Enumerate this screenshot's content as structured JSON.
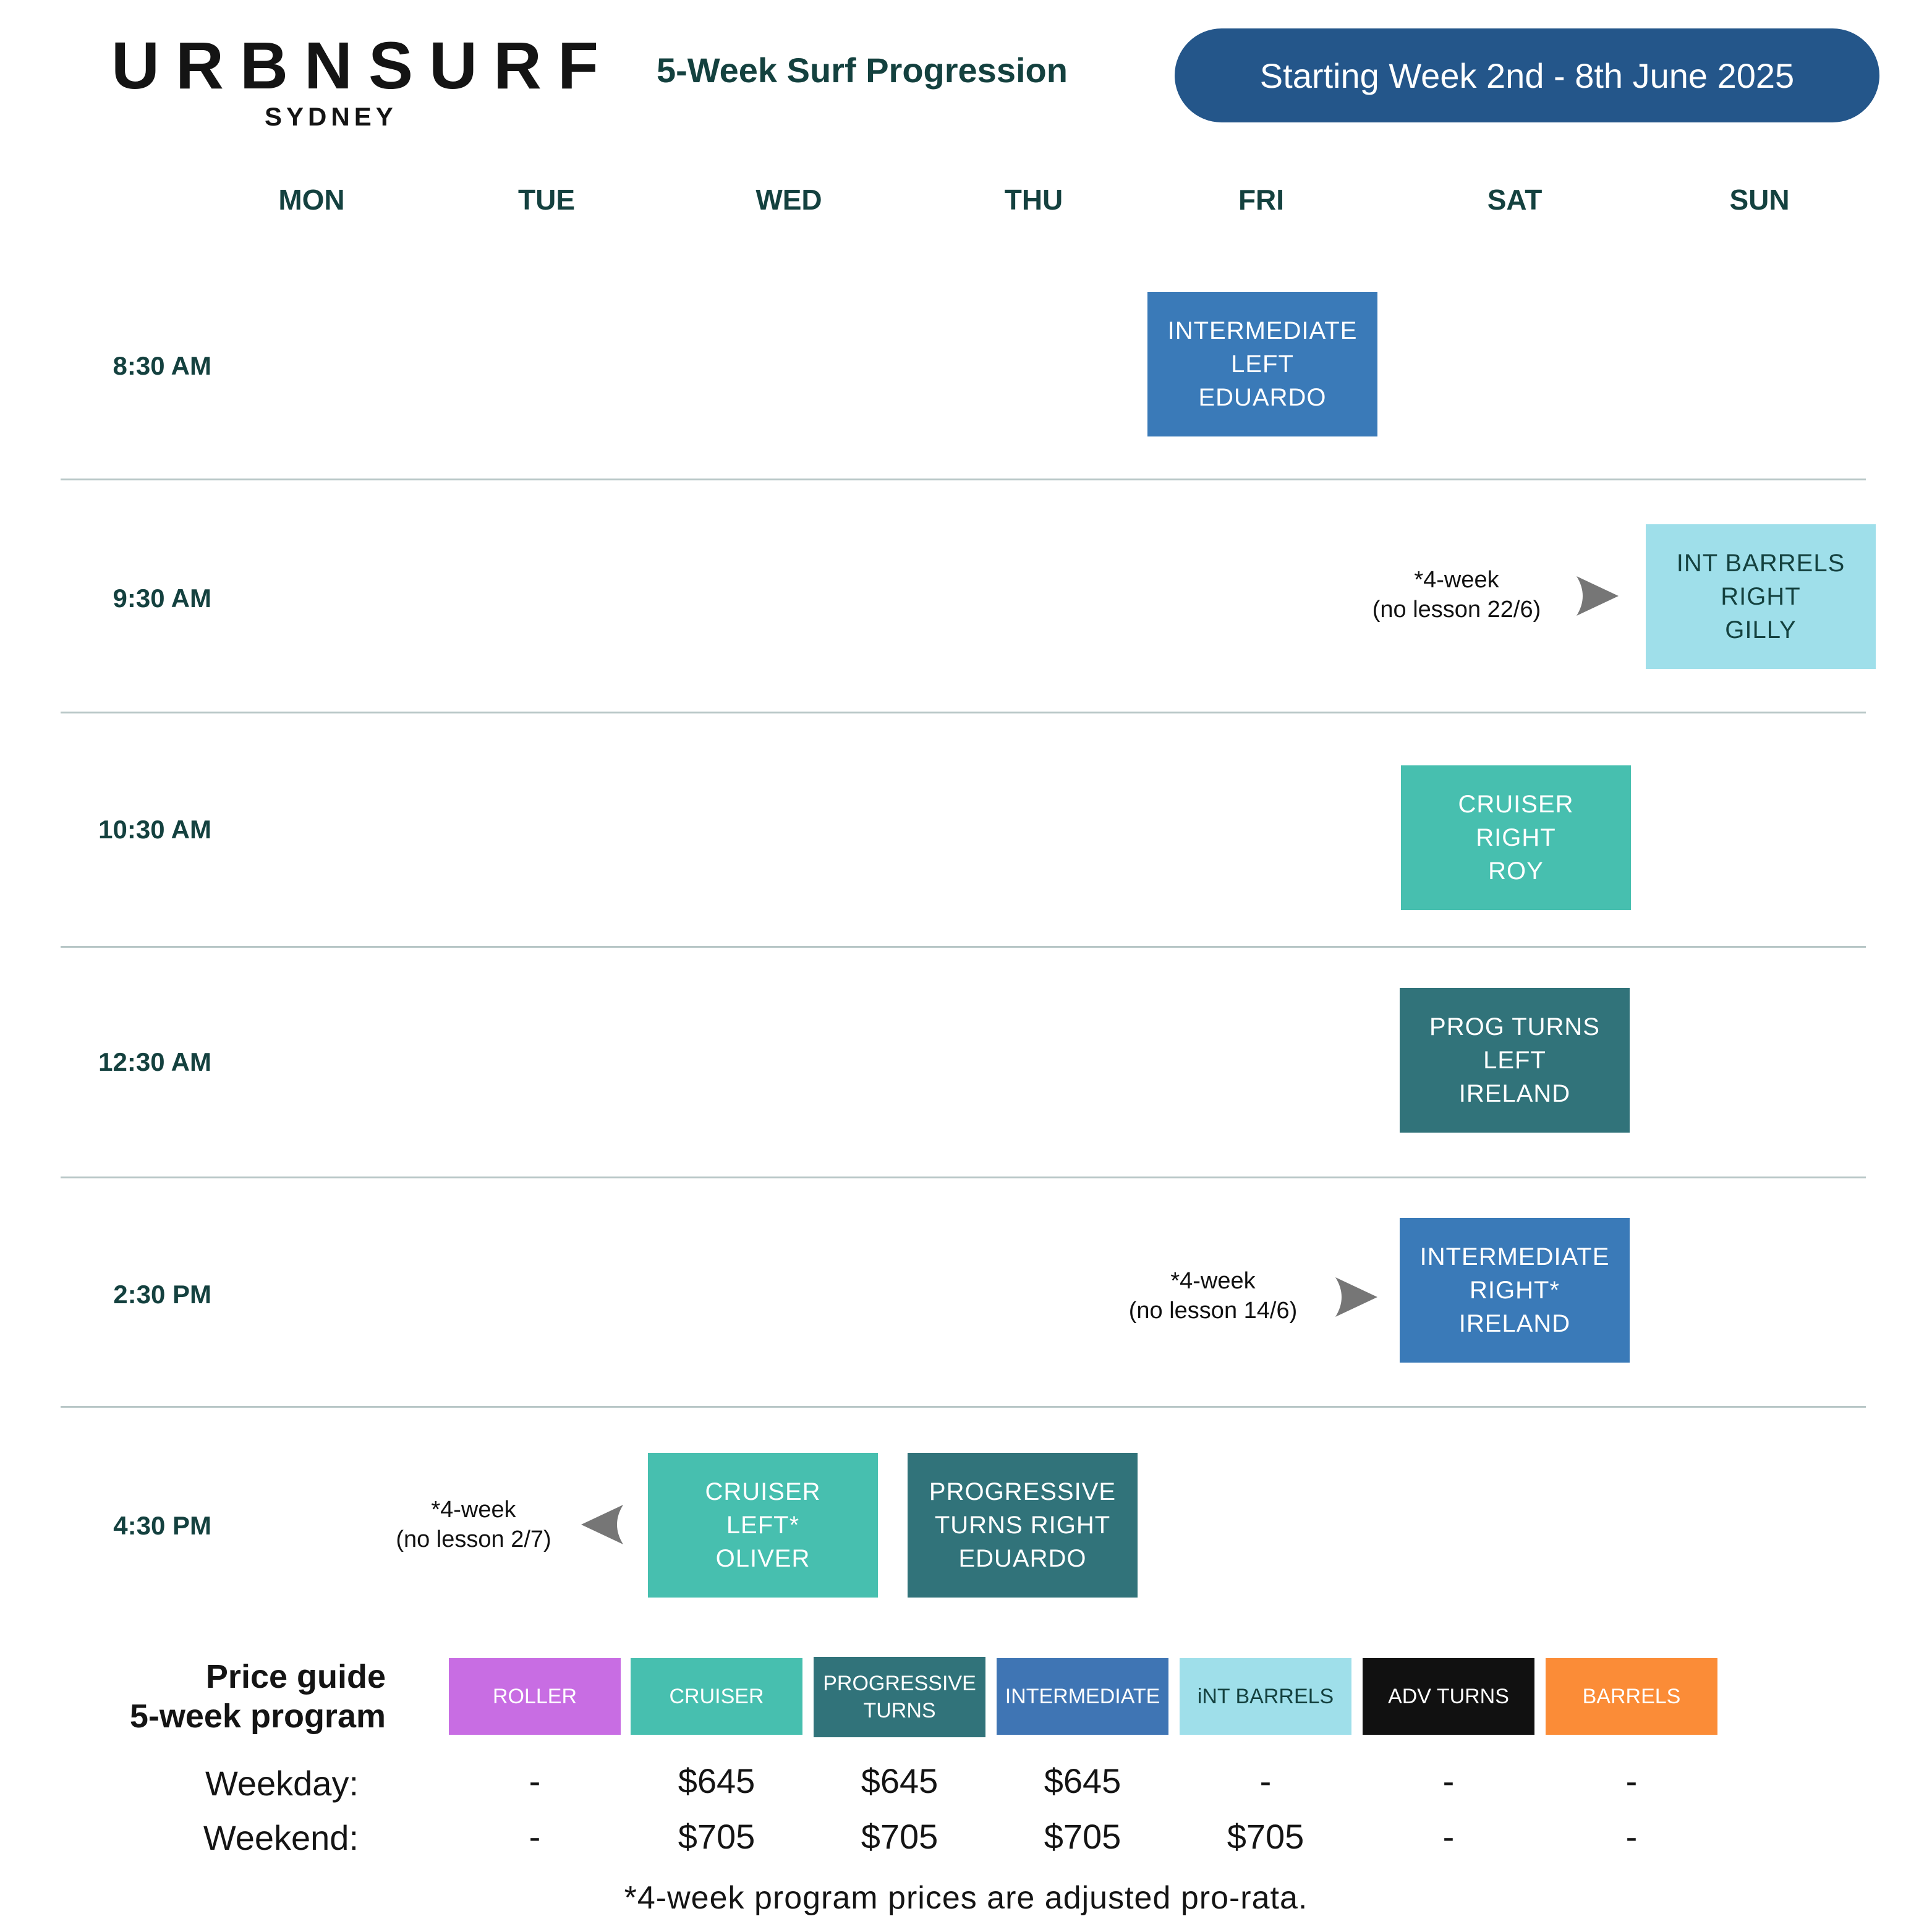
{
  "header": {
    "brand": "URBNSURF",
    "location": "SYDNEY",
    "title": "5-Week Surf Progression",
    "start_label": "Starting Week 2nd - 8th June 2025"
  },
  "days": [
    "MON",
    "TUE",
    "WED",
    "THU",
    "FRI",
    "SAT",
    "SUN"
  ],
  "times": [
    "8:30 AM",
    "9:30 AM",
    "10:30 AM",
    "12:30 AM",
    "2:30 PM",
    "4:30 PM"
  ],
  "colors": {
    "roller": "#c86de3",
    "cruiser": "#47bfaf",
    "progressive_turns": "#31737a",
    "intermediate": "#3a7ab8",
    "int_barrels": "#9fdfea",
    "adv_turns": "#111111",
    "barrels": "#fb8c37",
    "accent": "#24568a"
  },
  "sessions": [
    {
      "lines": [
        "INTERMEDIATE",
        "LEFT",
        "EDUARDO"
      ]
    },
    {
      "lines": [
        "INT BARRELS",
        "RIGHT",
        "GILLY"
      ]
    },
    {
      "lines": [
        "CRUISER",
        "RIGHT",
        "ROY"
      ]
    },
    {
      "lines": [
        "PROG TURNS",
        "LEFT",
        "IRELAND"
      ]
    },
    {
      "lines": [
        "INTERMEDIATE",
        "RIGHT*",
        "IRELAND"
      ]
    },
    {
      "lines": [
        "CRUISER",
        "LEFT*",
        "OLIVER"
      ]
    },
    {
      "lines": [
        "PROGRESSIVE",
        "TURNS RIGHT",
        "EDUARDO"
      ]
    }
  ],
  "notes": [
    {
      "line1": "*4-week",
      "line2": "(no lesson 22/6)"
    },
    {
      "line1": "*4-week",
      "line2": "(no lesson 14/6)"
    },
    {
      "line1": "*4-week",
      "line2": "(no lesson 2/7)"
    }
  ],
  "price_guide": {
    "title_line1": "Price guide",
    "title_line2": "5-week program",
    "programs": [
      {
        "label": "ROLLER",
        "weekday": "-",
        "weekend": "-"
      },
      {
        "label": "CRUISER",
        "weekday": "$645",
        "weekend": "$705"
      },
      {
        "label": "PROGRESSIVE TURNS",
        "weekday": "$645",
        "weekend": "$705"
      },
      {
        "label": "INTERMEDIATE",
        "weekday": "$645",
        "weekend": "$705"
      },
      {
        "label": "iNT BARRELS",
        "weekday": "-",
        "weekend": "$705"
      },
      {
        "label": "ADV TURNS",
        "weekday": "-",
        "weekend": "-"
      },
      {
        "label": "BARRELS",
        "weekday": "-",
        "weekend": "-"
      }
    ],
    "weekday_label": "Weekday:",
    "weekend_label": "Weekend:",
    "footnote": "*4-week program prices are adjusted pro-rata."
  }
}
